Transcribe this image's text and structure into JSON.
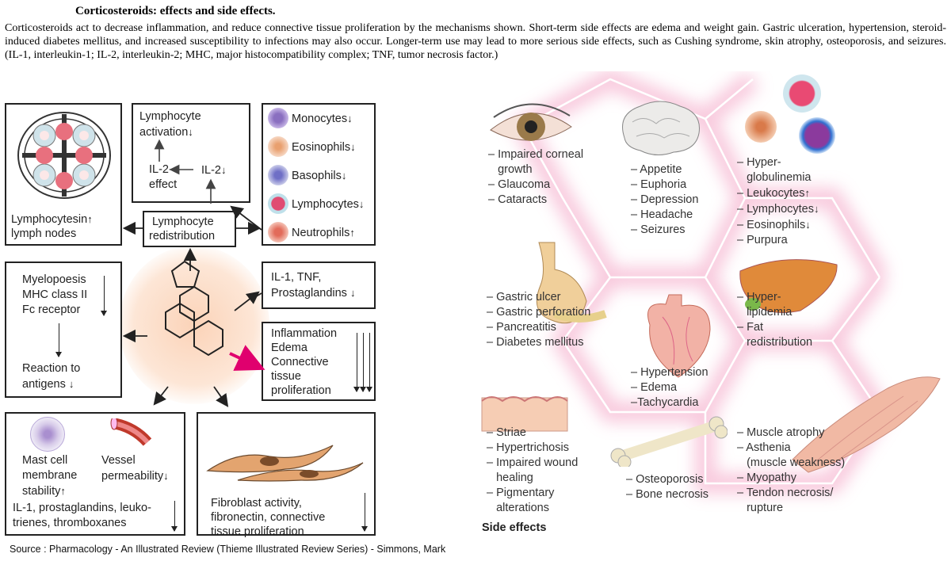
{
  "title": "Corticosteroids: effects and side effects.",
  "caption": "Corticosteroids act to decrease inflammation, and reduce connective tissue proliferation by the mechanisms shown. Short-term side effects are edema and weight gain. Gastric ulceration, hypertension, steroid-induced diabetes mellitus, and increased susceptibility to infections may also occur. Longer-term use may lead to more serious side effects, such as Cushing syndrome, skin atrophy, osteoporosis, and seizures. (IL-1, interleukin-1; IL-2, interleukin-2; MHC, major histocompatibility complex; TNF, tumor necrosis factor.)",
  "effects": {
    "lymph": {
      "line1": "Lymphocytesin",
      "line2": "lymph nodes",
      "arrow": "↑"
    },
    "activation": {
      "line1": "Lymphocyte",
      "line2": "activation",
      "arrow": "↓",
      "il2effect_1": "IL-2-",
      "il2effect_2": "effect",
      "il2": "IL-2",
      "il2_arrow": "↓"
    },
    "redistribution": {
      "line1": "Lymphocyte",
      "line2": "redistribution"
    },
    "cells": [
      {
        "label": "Monocytes",
        "arrow": "↓"
      },
      {
        "label": "Eosinophils",
        "arrow": "↓"
      },
      {
        "label": "Basophils",
        "arrow": "↓"
      },
      {
        "label": "Lymphocytes",
        "arrow": "↓"
      },
      {
        "label": "Neutrophils",
        "arrow": "↑"
      }
    ],
    "myelopoesis": {
      "line1": "Myelopoesis",
      "line2": "MHC class II",
      "line3": "Fc receptor",
      "line4": "Reaction to",
      "line5": "antigens",
      "arrow": "↓"
    },
    "il1": {
      "line1": "IL-1, TNF,",
      "line2": "Prostaglandins",
      "arrow": "↓"
    },
    "inflammation": {
      "line1": "Inflammation",
      "line2": "Edema",
      "line3": "Connective",
      "line4": "tissue",
      "line5": "proliferation"
    },
    "mast": {
      "line1": "Mast cell",
      "line2": "membrane",
      "line3": "stability",
      "arrow": "↑",
      "vessel1": "Vessel",
      "vessel2": "permeability",
      "vessel_arrow": "↓",
      "line4": "IL-1, prostaglandins, leuko-",
      "line5": "trienes, thromboxanes"
    },
    "fibroblast": {
      "line1": "Fibroblast activity,",
      "line2": "fibronectin, connective",
      "line3": "tissue proliferation"
    }
  },
  "side_effects": {
    "eye": [
      "– Impaired corneal",
      "   growth",
      "– Glaucoma",
      "– Cataracts"
    ],
    "brain": [
      "– Appetite",
      "– Euphoria",
      "– Depression",
      "– Headache",
      "– Seizures"
    ],
    "blood": [
      "– Hyper-",
      "   globulinemia",
      "– Leukocytes",
      "– Lymphocytes",
      "– Eosinophils",
      "– Purpura"
    ],
    "blood_arrows": [
      "↑",
      "↓",
      "↓"
    ],
    "stomach": [
      "– Gastric ulcer",
      "– Gastric perforation",
      "– Pancreatitis",
      "– Diabetes mellitus"
    ],
    "liver": [
      "– Hyper-",
      "   lipidemia",
      "– Fat",
      "   redistribution"
    ],
    "heart": [
      "– Hypertension",
      "– Edema",
      "–Tachycardia"
    ],
    "skin": [
      "– Striae",
      "– Hypertrichosis",
      "– Impaired wound",
      "   healing",
      "– Pigmentary",
      "   alterations"
    ],
    "bone": [
      "– Osteoporosis",
      "– Bone necrosis"
    ],
    "muscle": [
      "– Muscle atrophy",
      "– Asthenia",
      "   (muscle weakness)",
      "– Myopathy",
      "– Tendon necrosis/",
      "   rupture"
    ],
    "heading": "Side effects"
  },
  "source": "Source : Pharmacology - An Illustrated Review (Thieme Illustrated Review Series) - Simmons, Mark",
  "colors": {
    "accent": "#e0006e",
    "glow": "#f7c9dd",
    "line": "#222222"
  }
}
